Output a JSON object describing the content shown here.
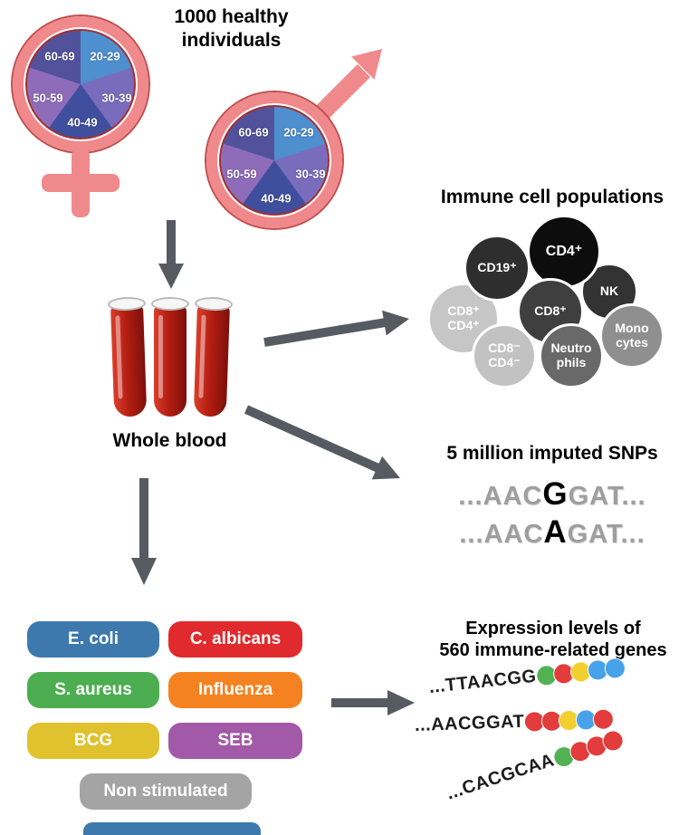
{
  "cohort": {
    "title": "1000 healthy\nindividuals",
    "age_pie": {
      "type": "pie",
      "labels": [
        "20-29",
        "30-39",
        "40-49",
        "50-59",
        "60-69"
      ],
      "values_pct": [
        20,
        20,
        20,
        20,
        20
      ],
      "colors": [
        "#4e8fd0",
        "#7a6cbd",
        "#3f4f9e",
        "#8e6cba",
        "#52529c"
      ],
      "note": "female and male pies show identical five equal age segments"
    },
    "symbol_color": "#f0898b"
  },
  "blood": {
    "label": "Whole blood"
  },
  "immune": {
    "title": "Immune cell populations",
    "cells": [
      {
        "label": "CD8⁺\nCD4⁺",
        "color": "#c6c6c6"
      },
      {
        "label": "CD19⁺",
        "color": "#2e2e2e"
      },
      {
        "label": "NK",
        "color": "#333333"
      },
      {
        "label": "CD4⁺",
        "color": "#0d0d0d"
      },
      {
        "label": "Mono\ncytes",
        "color": "#8f8f8f"
      },
      {
        "label": "CD8⁺",
        "color": "#3f3f3f"
      },
      {
        "label": "CD8⁻\nCD4⁻",
        "color": "#c2c2c2"
      },
      {
        "label": "Neutro\nphils",
        "color": "#696969"
      }
    ]
  },
  "snps": {
    "title": "5 million imputed SNPs",
    "alleles": [
      {
        "pre": "...AAC",
        "variant": "G",
        "post": "GAT..."
      },
      {
        "pre": "...AAC",
        "variant": "A",
        "post": "GAT..."
      }
    ]
  },
  "stimuli": {
    "items": [
      {
        "label": "E. coli",
        "color": "#3d79ad"
      },
      {
        "label": "C. albicans",
        "color": "#e02a2d"
      },
      {
        "label": "S. aureus",
        "color": "#4cae50"
      },
      {
        "label": "Influenza",
        "color": "#f58220"
      },
      {
        "label": "BCG",
        "color": "#e0c22e"
      },
      {
        "label": "SEB",
        "color": "#a159a8"
      },
      {
        "label": "Non stimulated",
        "color": "#a4a4a4"
      }
    ]
  },
  "expression": {
    "title": "Expression levels of\n560 immune-related genes",
    "bead_colors": {
      "green": "#52b253",
      "red": "#e23c3c",
      "yellow": "#f2cf2e",
      "blue": "#47a2e9"
    },
    "rows": [
      {
        "seq": "...TTAACGG",
        "beads": [
          "green",
          "red",
          "yellow",
          "blue",
          "blue"
        ]
      },
      {
        "seq": "...AACGGAT",
        "beads": [
          "red",
          "red",
          "yellow",
          "blue",
          "red"
        ]
      },
      {
        "seq": "...CACGCAA",
        "beads": [
          "green",
          "red",
          "red",
          "red"
        ]
      }
    ]
  },
  "misc": {
    "arrow_color": "#565b62",
    "cropped_bar_color": "#3d79ad"
  }
}
